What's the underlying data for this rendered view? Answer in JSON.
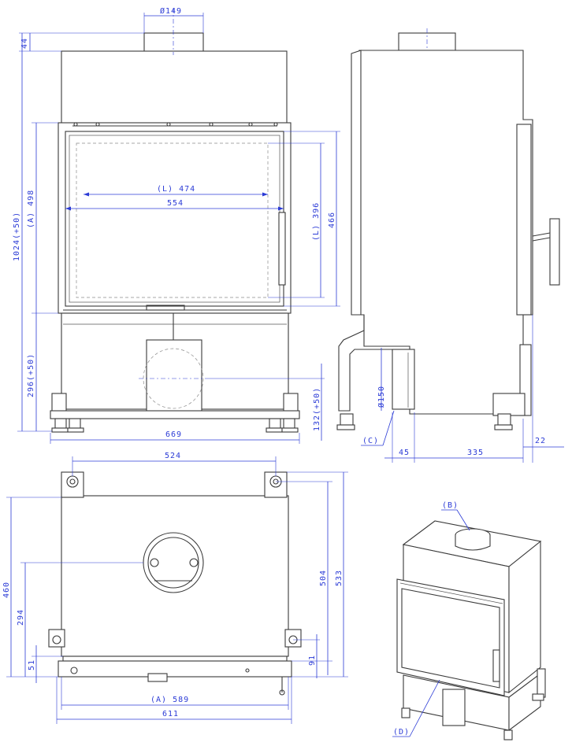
{
  "colors": {
    "dimension": "#2b3bd6",
    "outline": "#3a3a3a",
    "hidden": "#8a8a8a"
  },
  "front_view": {
    "flue_diameter": "Ø149",
    "flue_height": "44",
    "overall_height": "1024(+50)",
    "glass_height_a": "(A) 498",
    "glass_width_l": "(L) 474",
    "opening_width": "554",
    "glass_height_l": "(L) 396",
    "opening_height": "466",
    "base_height": "296(+50)",
    "air_inlet_height": "132(+50)",
    "overall_width": "669"
  },
  "side_view": {
    "air_inlet_diameter": "Ø150",
    "label_c": "(C)",
    "inlet_offset": "45",
    "depth": "335",
    "rear_offset": "22"
  },
  "top_view": {
    "leg_spacing": "524",
    "depth_460": "460",
    "flue_offset": "294",
    "front_offset": "51",
    "depth_504": "504",
    "depth_533": "533",
    "side_offset": "91",
    "width_a": "(A) 589",
    "width_total": "611"
  },
  "iso_view": {
    "label_b": "(B)",
    "label_d": "(D)"
  }
}
